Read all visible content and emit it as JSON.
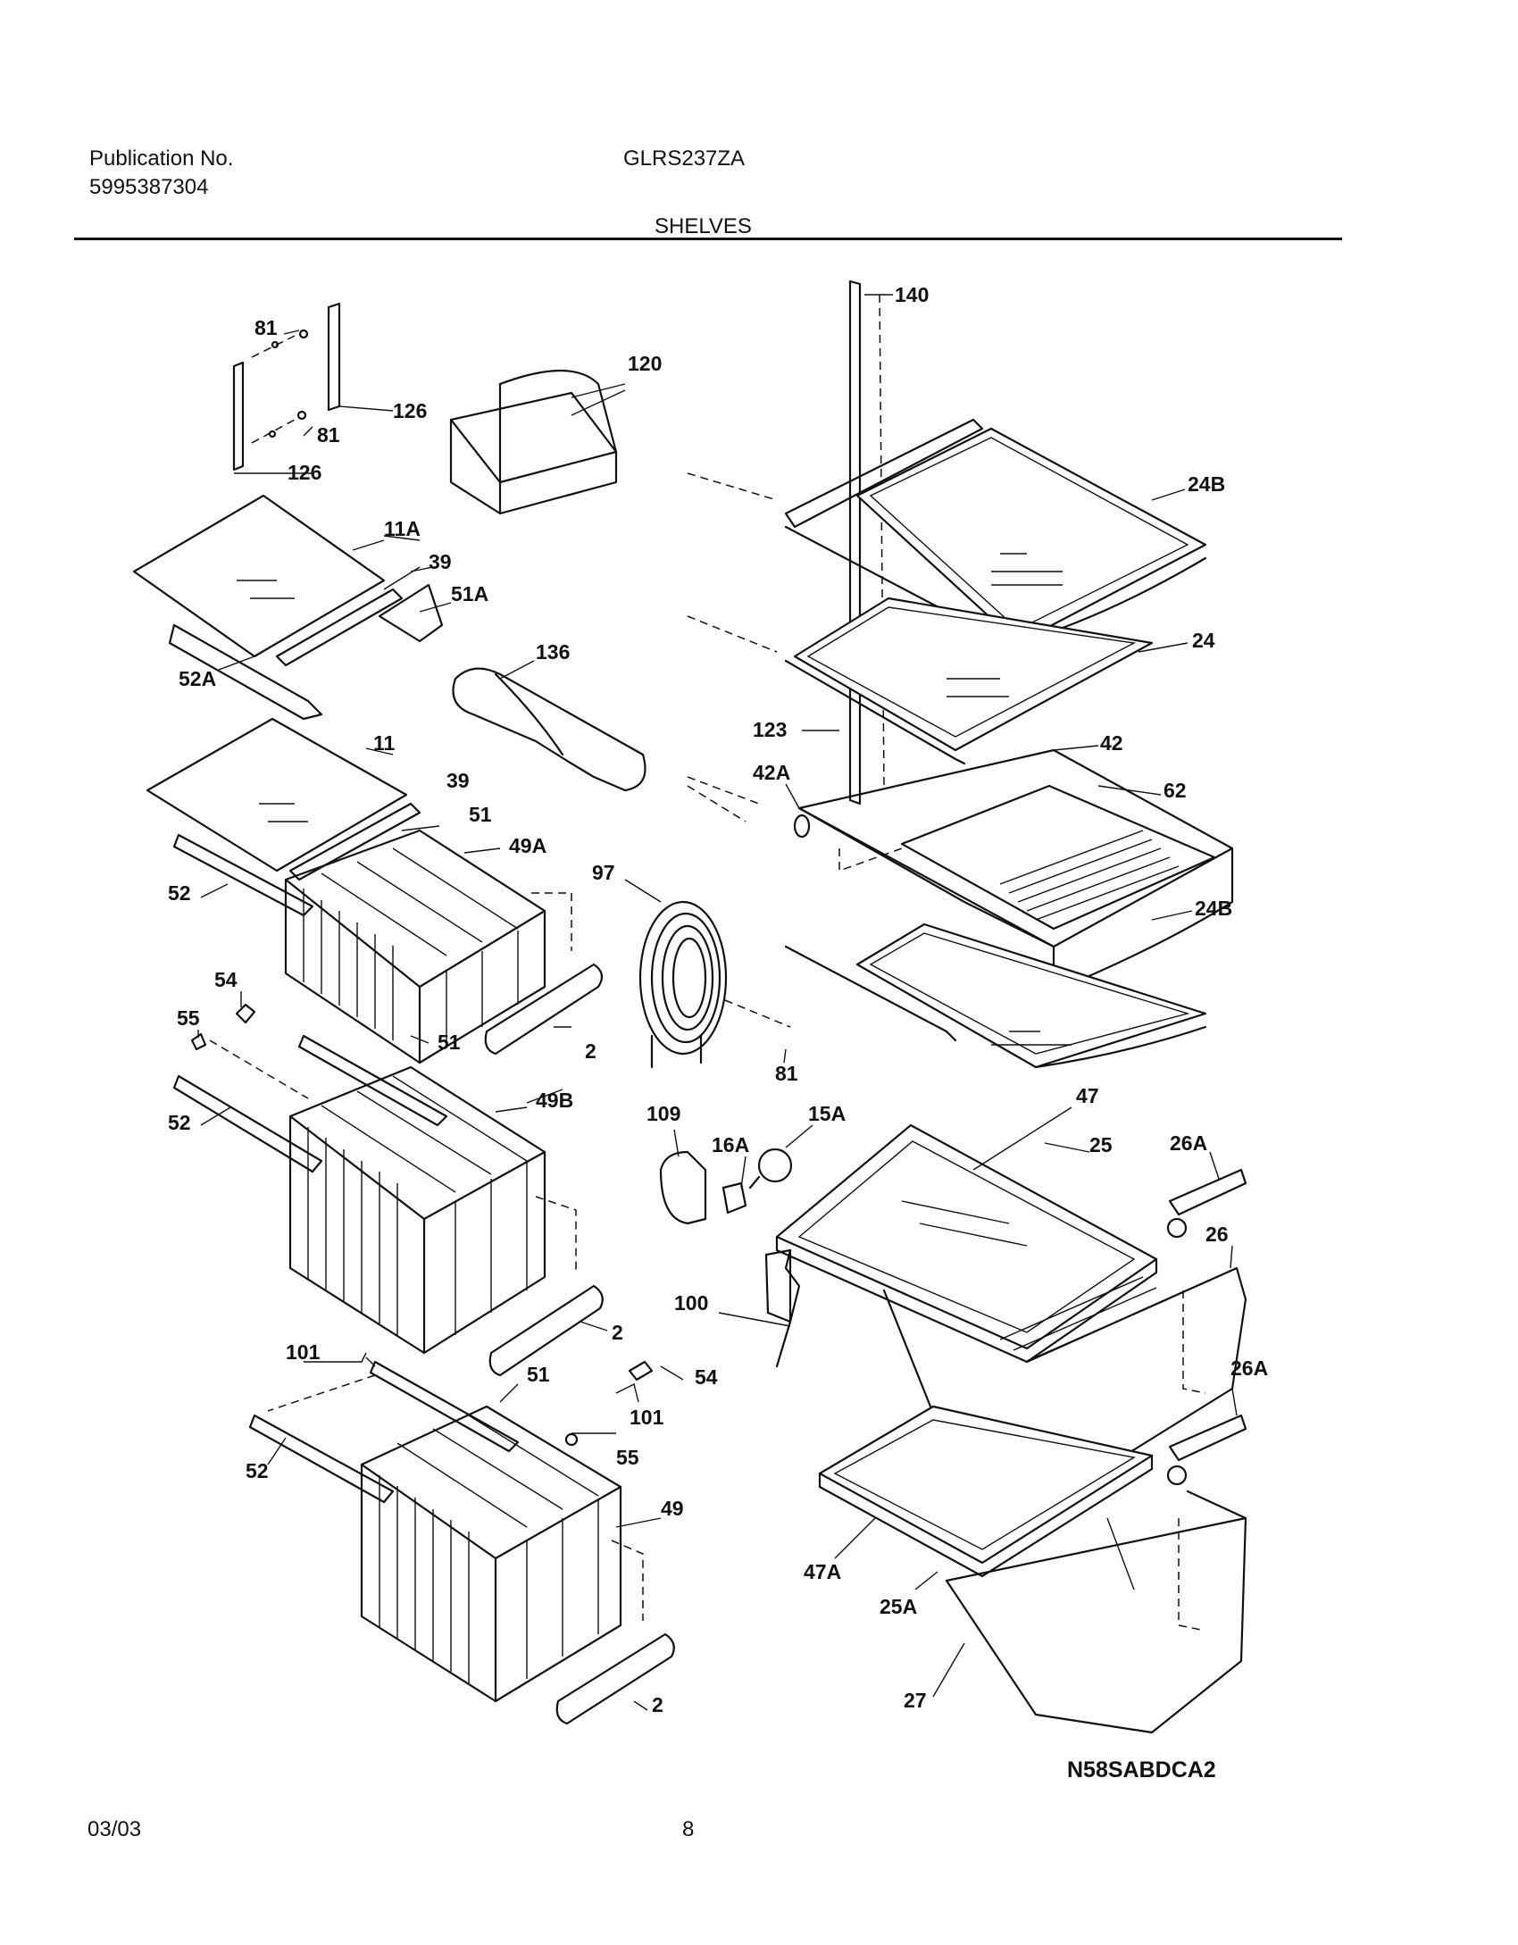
{
  "header": {
    "publication_label": "Publication No.",
    "publication_number": "5995387304",
    "model": "GLRS237ZA",
    "section": "SHELVES"
  },
  "diagram_code": "N58SABDCA2",
  "footer": {
    "date": "03/03",
    "page": "8"
  },
  "callouts": [
    "140",
    "81",
    "126",
    "81",
    "126",
    "120",
    "11A",
    "39",
    "51A",
    "52A",
    "136",
    "24B",
    "24",
    "123",
    "42A",
    "42",
    "62",
    "11",
    "39",
    "51",
    "49A",
    "52",
    "97",
    "24B",
    "54",
    "55",
    "51",
    "2",
    "81",
    "49B",
    "52",
    "109",
    "16A",
    "15A",
    "47",
    "25",
    "26A",
    "26",
    "100",
    "2",
    "101",
    "51",
    "54",
    "101",
    "55",
    "52",
    "49",
    "47A",
    "25A",
    "26A",
    "2",
    "27"
  ]
}
